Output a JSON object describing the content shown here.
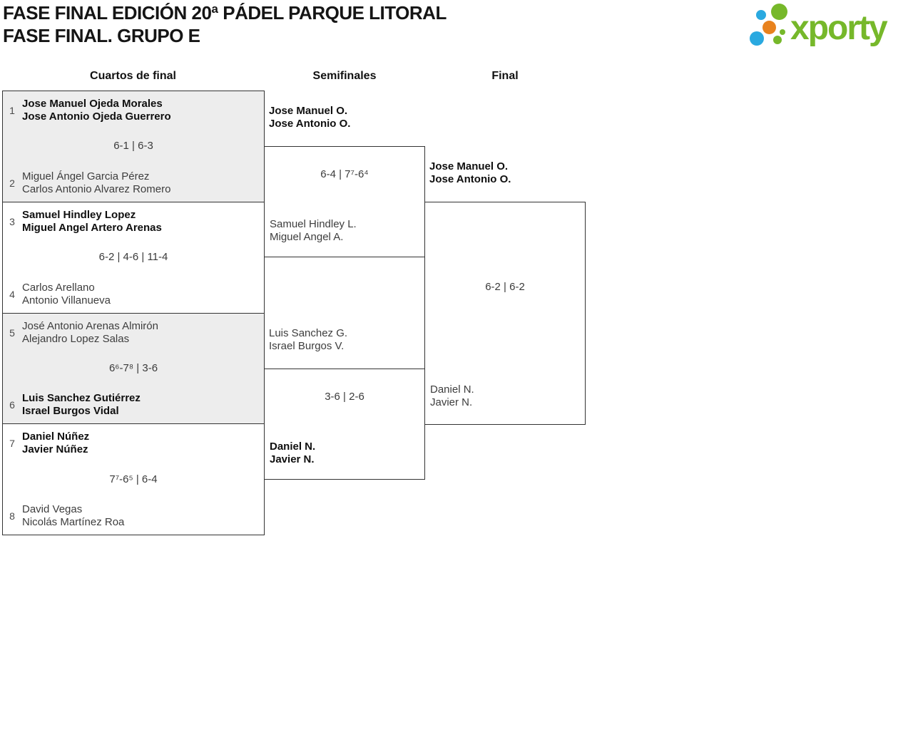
{
  "colors": {
    "brand_green": "#76b82a",
    "brand_blue": "#2aa9e0",
    "brand_orange": "#e8821e",
    "line": "#333333",
    "block_gray": "#ededed"
  },
  "header": {
    "title_line1": "FASE FINAL EDICIÓN 20ª PÁDEL PARQUE LITORAL",
    "title_line2": "FASE FINAL. GRUPO E",
    "logo_text": "xporty"
  },
  "columns": {
    "quarterfinals": "Cuartos de final",
    "semifinals": "Semifinales",
    "final": "Final"
  },
  "quarterfinals": [
    {
      "seed_top": "1",
      "team_top_1": "Jose Manuel Ojeda Morales",
      "team_top_2": "Jose Antonio Ojeda Guerrero",
      "score": "6-1 | 6-3",
      "seed_bottom": "2",
      "team_bottom_1": "Miguel Ángel Garcia Pérez",
      "team_bottom_2": "Carlos Antonio Alvarez Romero",
      "winner": "top"
    },
    {
      "seed_top": "3",
      "team_top_1": "Samuel Hindley Lopez",
      "team_top_2": "Miguel Angel Artero Arenas",
      "score": "6-2 | 4-6 | 11-4",
      "seed_bottom": "4",
      "team_bottom_1": "Carlos Arellano",
      "team_bottom_2": "Antonio Villanueva",
      "winner": "top"
    },
    {
      "seed_top": "5",
      "team_top_1": "José Antonio Arenas Almirón",
      "team_top_2": "Alejandro Lopez Salas",
      "score": "6⁶-7⁸ | 3-6",
      "seed_bottom": "6",
      "team_bottom_1": "Luis Sanchez Gutiérrez",
      "team_bottom_2": "Israel Burgos Vidal",
      "winner": "bottom"
    },
    {
      "seed_top": "7",
      "team_top_1": "Daniel Núñez",
      "team_top_2": "Javier Núñez",
      "score": "7⁷-6⁵ | 6-4",
      "seed_bottom": "8",
      "team_bottom_1": "David Vegas",
      "team_bottom_2": "Nicolás Martínez Roa",
      "winner": "top"
    }
  ],
  "semifinals": [
    {
      "team_top_1": "Jose Manuel O.",
      "team_top_2": "Jose Antonio O.",
      "score": "6-4 | 7⁷-6⁴",
      "team_bottom_1": "Samuel Hindley L.",
      "team_bottom_2": "Miguel Angel A.",
      "winner": "top"
    },
    {
      "team_top_1": "Luis Sanchez G.",
      "team_top_2": "Israel Burgos V.",
      "score": "3-6 | 2-6",
      "team_bottom_1": "Daniel N.",
      "team_bottom_2": "Javier N.",
      "winner": "bottom"
    }
  ],
  "final": {
    "team_top_1": "Jose Manuel O.",
    "team_top_2": "Jose Antonio O.",
    "score": "6-2 | 6-2",
    "team_bottom_1": "Daniel N.",
    "team_bottom_2": "Javier N.",
    "winner": "top"
  }
}
